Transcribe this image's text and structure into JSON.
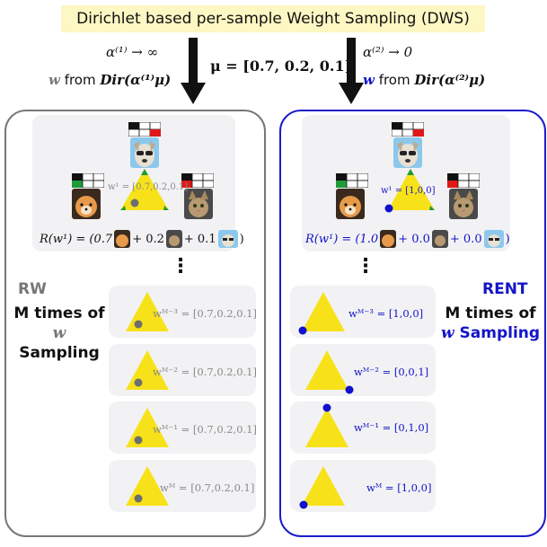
{
  "title": "Dirichlet based per-sample Weight Sampling (DWS)",
  "top": {
    "alpha_left": "α⁽¹⁾ → ∞",
    "sample_left_w": "w",
    "sample_left_from": " from ",
    "sample_left_dir": "Dir(α⁽¹⁾μ)",
    "mu": "μ = [0.7, 0.2, 0.1]",
    "alpha_right": "α⁽²⁾ → 0",
    "sample_right_w": "w",
    "sample_right_from": " from ",
    "sample_right_dir": "Dir(α⁽²⁾μ)"
  },
  "left": {
    "label": "RW",
    "desc_line1": "M times of",
    "desc_w": "w",
    "desc_line2": " Sampling",
    "w1_label": "w¹ = [0.7,0.2,0.1]",
    "reward_prefix": "R(w¹) = (0.7",
    "reward_p2": "+ 0.2",
    "reward_p3": "+ 0.1",
    "reward_end": ")",
    "dots": "⋮",
    "steps": [
      {
        "label": "wᴹ⁻³ = [0.7,0.2,0.1]"
      },
      {
        "label": "wᴹ⁻² = [0.7,0.2,0.1]"
      },
      {
        "label": "wᴹ⁻¹ = [0.7,0.2,0.1]"
      },
      {
        "label": "wᴹ = [0.7,0.2,0.1]"
      }
    ]
  },
  "right": {
    "label": "RENT",
    "desc_line1": "M times of",
    "desc_w": "w",
    "desc_line2": " Sampling",
    "w1_label": "w¹ = [1,0,0]",
    "reward_prefix": "R(w¹) = (1.0",
    "reward_p2": "+ 0.0",
    "reward_p3": "+ 0.0",
    "reward_end": ")",
    "dots": "⋮",
    "steps": [
      {
        "label": "wᴹ⁻³ = [1,0,0]"
      },
      {
        "label": "wᴹ⁻² = [0,0,1]"
      },
      {
        "label": "wᴹ⁻¹ = [0,1,0]"
      },
      {
        "label": "wᴹ = [1,0,0]"
      }
    ]
  },
  "colors": {
    "gray_panel": "#777777",
    "blue_panel": "#1c1ccc",
    "triangle": "#f7e21a",
    "point_gray": "#6e6e6e",
    "point_blue": "#1010d0",
    "title_bg": "#fdf7c3"
  }
}
